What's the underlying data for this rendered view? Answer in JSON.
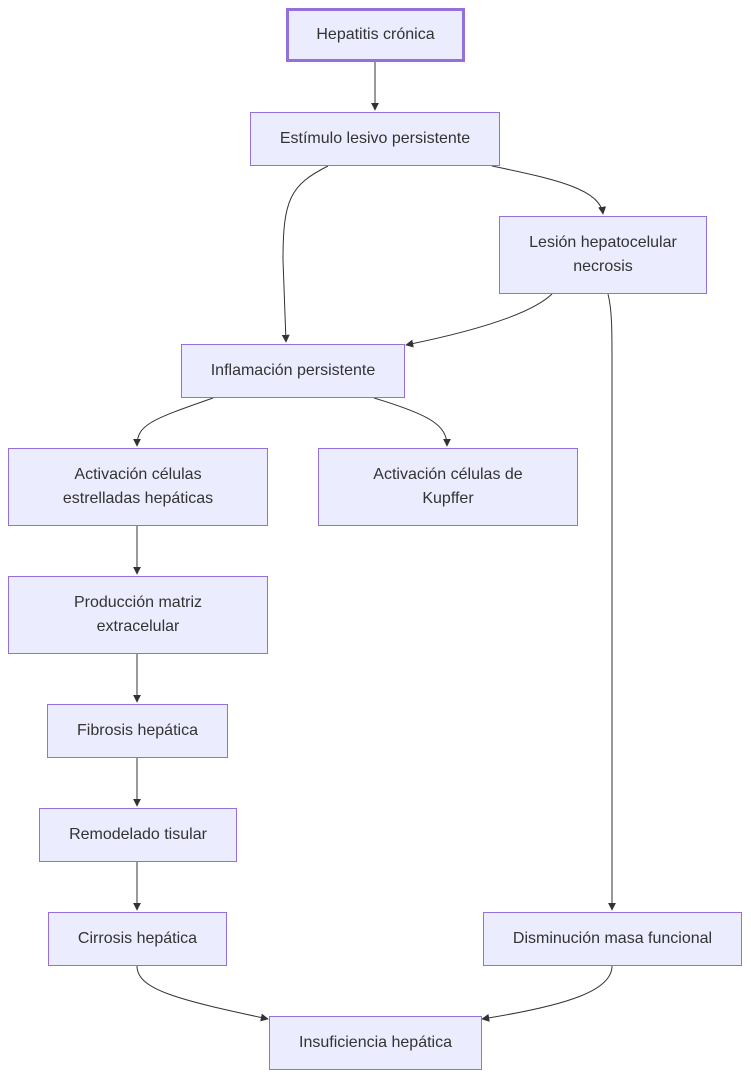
{
  "diagram": {
    "colors": {
      "node_fill": "#ececff",
      "node_border": "#9370db",
      "edge": "#333333",
      "text": "#333333"
    },
    "nodes": {
      "hepatitis": "Hepatitis crónica",
      "estimulo": "Estímulo lesivo persistente",
      "lesion": "Lesión hepatocelular necrosis",
      "inflamacion": "Inflamación persistente",
      "estrelladas": "Activación células estrelladas hepáticas",
      "kupffer": "Activación células de Kupffer",
      "matriz": "Producción matriz extracelular",
      "fibrosis": "Fibrosis hepática",
      "remodelado": "Remodelado tisular",
      "cirrosis": "Cirrosis hepática",
      "disminucion": "Disminución masa funcional",
      "insuficiencia": "Insuficiencia hepática"
    },
    "edges": [
      {
        "from": "hepatitis",
        "to": "estimulo"
      },
      {
        "from": "estimulo",
        "to": "inflamacion"
      },
      {
        "from": "estimulo",
        "to": "lesion"
      },
      {
        "from": "lesion",
        "to": "inflamacion"
      },
      {
        "from": "lesion",
        "to": "disminucion"
      },
      {
        "from": "inflamacion",
        "to": "estrelladas"
      },
      {
        "from": "inflamacion",
        "to": "kupffer"
      },
      {
        "from": "estrelladas",
        "to": "matriz"
      },
      {
        "from": "matriz",
        "to": "fibrosis"
      },
      {
        "from": "fibrosis",
        "to": "remodelado"
      },
      {
        "from": "remodelado",
        "to": "cirrosis"
      },
      {
        "from": "cirrosis",
        "to": "insuficiencia"
      },
      {
        "from": "disminucion",
        "to": "insuficiencia"
      }
    ]
  }
}
